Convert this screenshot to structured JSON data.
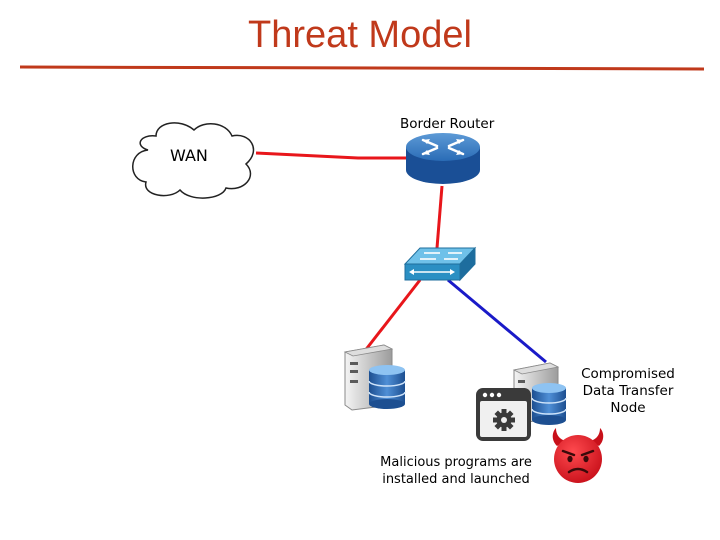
{
  "slide": {
    "title": "Threat Model"
  },
  "labels": {
    "wan": "WAN",
    "border_router": "Border Router",
    "compromised_dtn_line1": "Compromised",
    "compromised_dtn_line2": "Data Transfer",
    "compromised_dtn_line3": "Node",
    "malicious_line1": "Malicious programs are",
    "malicious_line2": "installed and launched"
  },
  "links": {
    "compromised_link_color": "#e8161b",
    "clean_link_color": "#1a1ac8"
  },
  "colors": {
    "title": "#c0391b",
    "rule": "#c0391b",
    "router": "#1c5aa6",
    "switch": "#2b8fc3",
    "devil": "#e21b23"
  },
  "icons": [
    "cloud-icon",
    "router-icon",
    "switch-icon",
    "server-icon",
    "database-icon",
    "gear-window-icon",
    "devil-icon"
  ]
}
